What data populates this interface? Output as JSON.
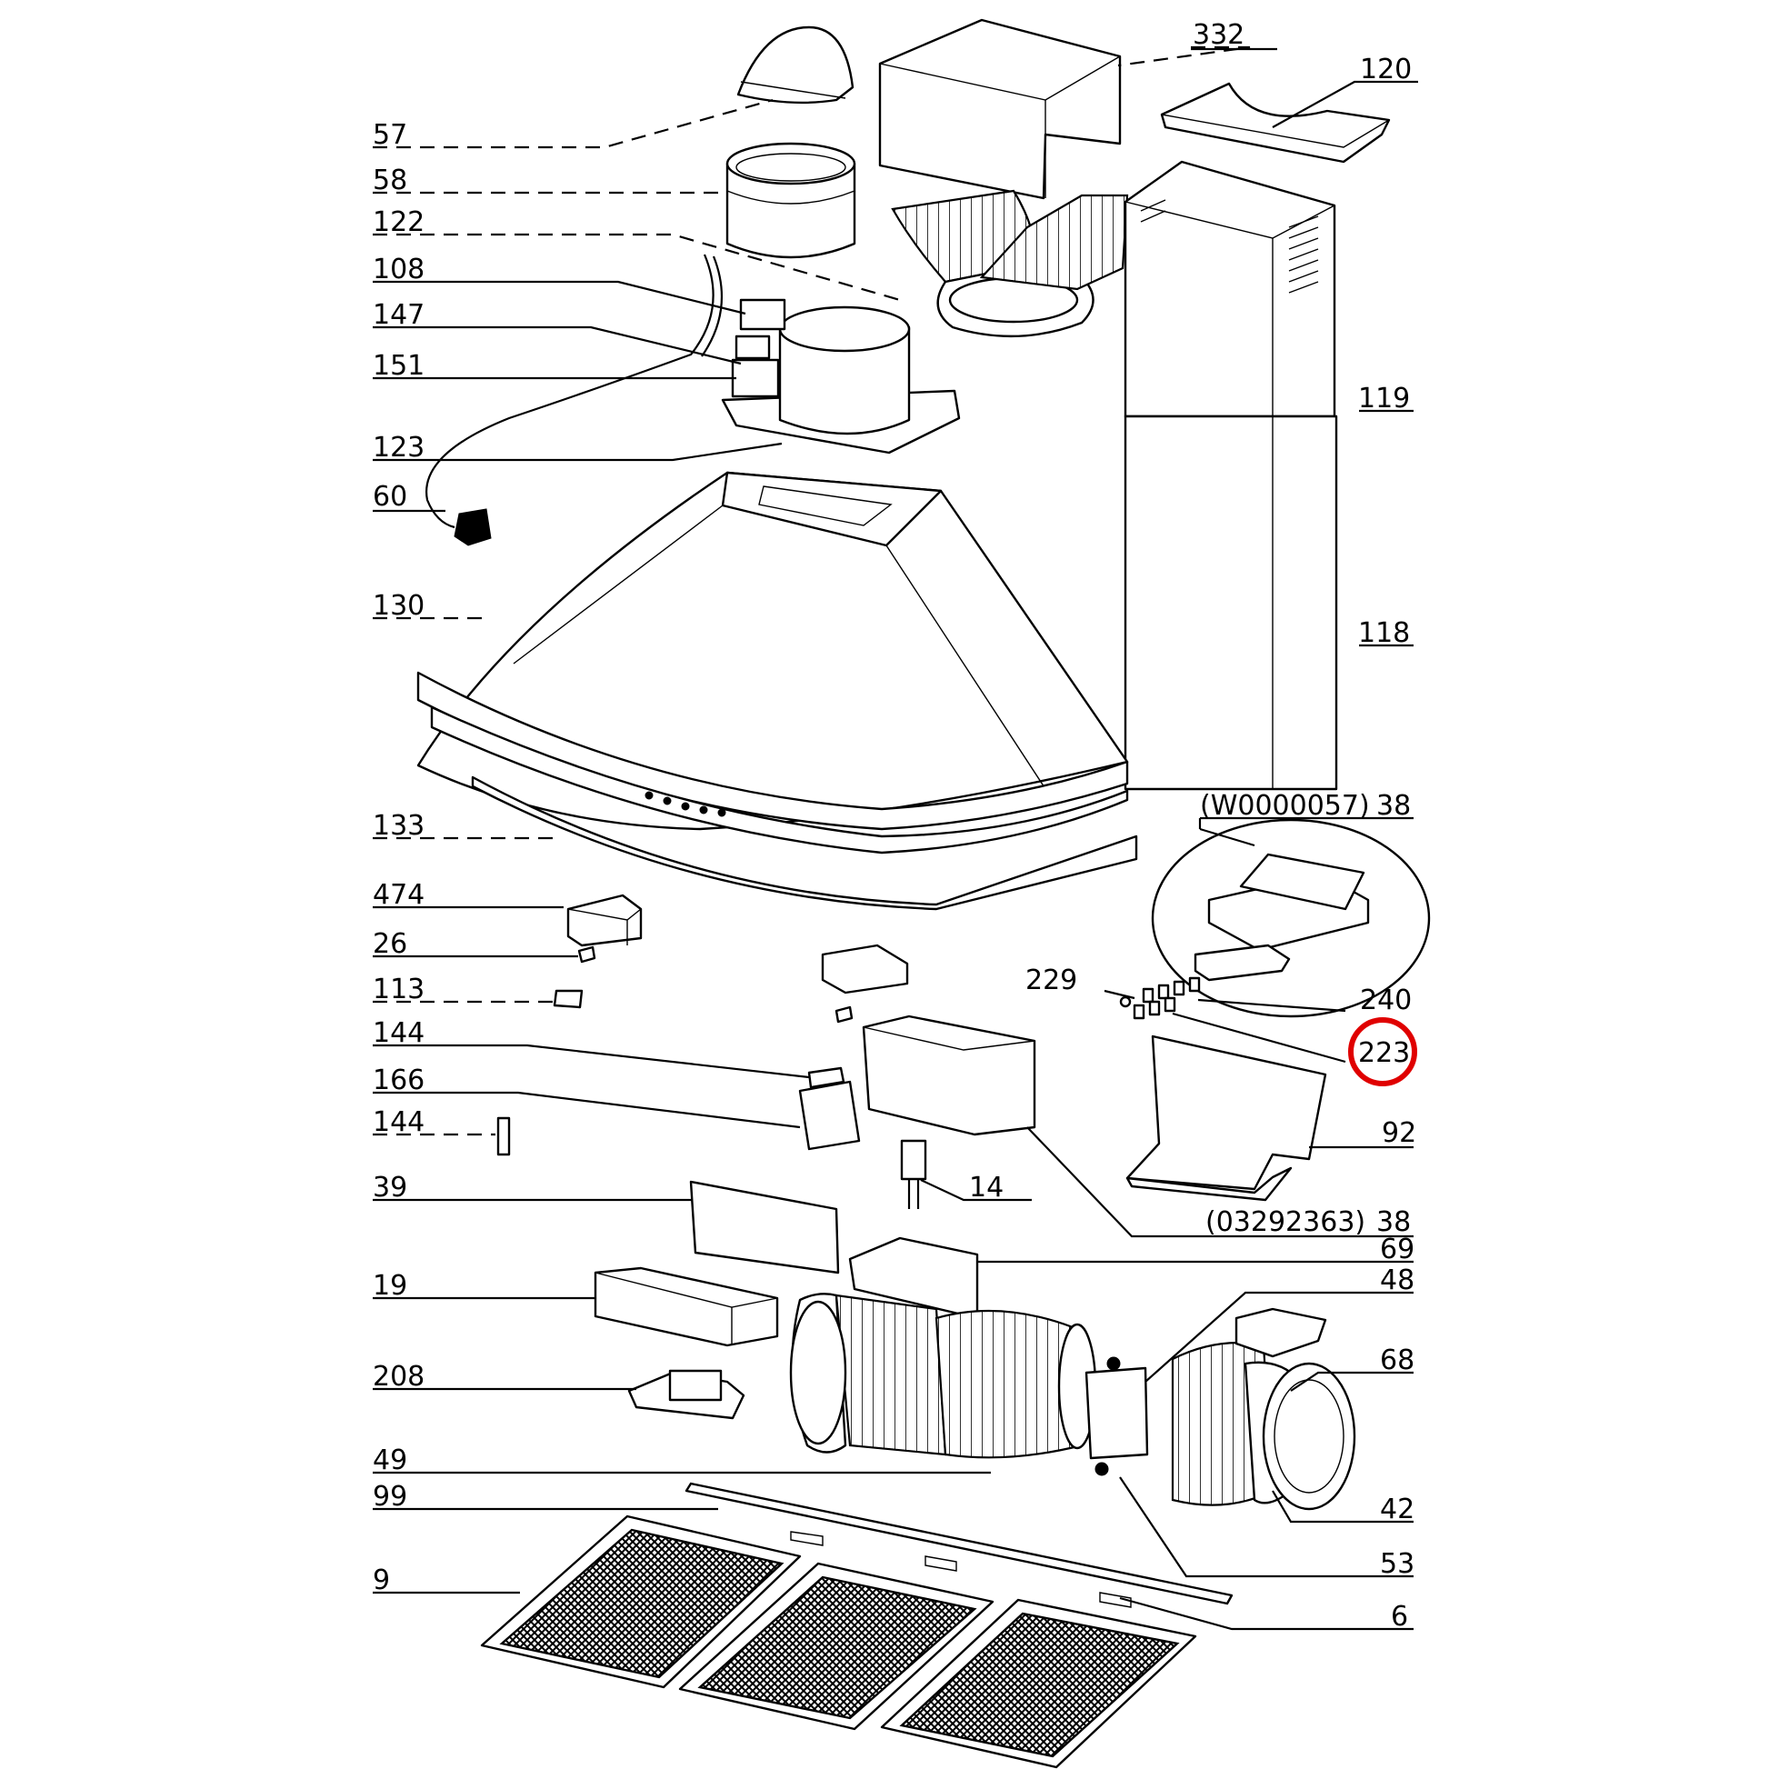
{
  "diagram": {
    "labels": {
      "p332": "332",
      "p120": "120",
      "p57": "57",
      "p58": "58",
      "p122": "122",
      "p108": "108",
      "p147": "147",
      "p151": "151",
      "p119": "119",
      "p123": "123",
      "p60": "60",
      "p130": "130",
      "p118": "118",
      "p133": "133",
      "p38_top": "38",
      "w_code": "(W0000057)",
      "p474": "474",
      "p26": "26",
      "p113": "113",
      "p229": "229",
      "p240": "240",
      "p144_a": "144",
      "p223": "223",
      "p166": "166",
      "p144_b": "144",
      "p92": "92",
      "p14": "14",
      "p39": "39",
      "p38_bottom": "38",
      "code_bottom": "(03292363)",
      "p69": "69",
      "p48": "48",
      "p19": "19",
      "p68": "68",
      "p208": "208",
      "p49": "49",
      "p99": "99",
      "p42": "42",
      "p53": "53",
      "p9": "9",
      "p6": "6"
    },
    "highlight": {
      "label": "223",
      "color": "#e00000"
    }
  }
}
